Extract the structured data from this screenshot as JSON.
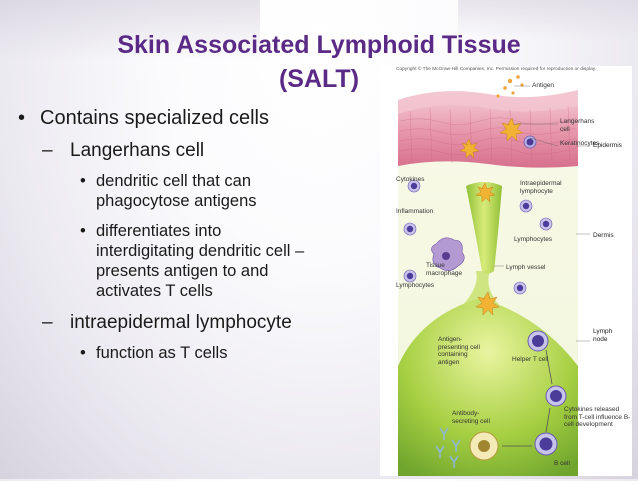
{
  "slide": {
    "title_line1": "Skin Associated Lymphoid Tissue",
    "title_line2": "(SALT)",
    "bullets": {
      "b1": "Contains specialized cells",
      "b1_sub1": "Langerhans cell",
      "b1_sub1_items": [
        "dendritic cell that can phagocytose antigens",
        "differentiates into interdigitating dendritic cell – presents antigen to and activates T cells"
      ],
      "b1_sub2": "intraepidermal lymphocyte",
      "b1_sub2_items": [
        "function as T cells"
      ]
    },
    "colors": {
      "title": "#5b2a86",
      "epidermis": "#e9a0b4",
      "dermis_green": "#a8cf3f",
      "lymph_node_green": "#7fb33a"
    }
  },
  "figure": {
    "copyright": "Copyright © The McGraw-Hill Companies, Inc. Permission required for reproduction or display.",
    "labels": {
      "antigen": "Antigen",
      "langerhans_cell": "Langerhans cell",
      "keratinocytes": "Keratinocytes",
      "epidermis": "Epidermis",
      "cytokines": "Cytokines",
      "intraepidermal_lymphocyte": "Intraepidermal lymphocyte",
      "inflammation": "Inflammation",
      "dermis": "Dermis",
      "lymphocytes_right": "Lymphocytes",
      "tissue_macrophage": "Tissue macrophage",
      "lymph_vessel": "Lymph vessel",
      "lymphocytes_left": "Lymphocytes",
      "antigen_presenting_cell": "Antigen-presenting cell containing antigen",
      "helper_t_cell": "Helper T cell",
      "lymph_node": "Lymph node",
      "antibody_secreting_cell": "Antibody-secreting cell",
      "cytokines_released": "Cytokines released from T-cell influence B-cell development",
      "b_cell": "B cell"
    }
  }
}
